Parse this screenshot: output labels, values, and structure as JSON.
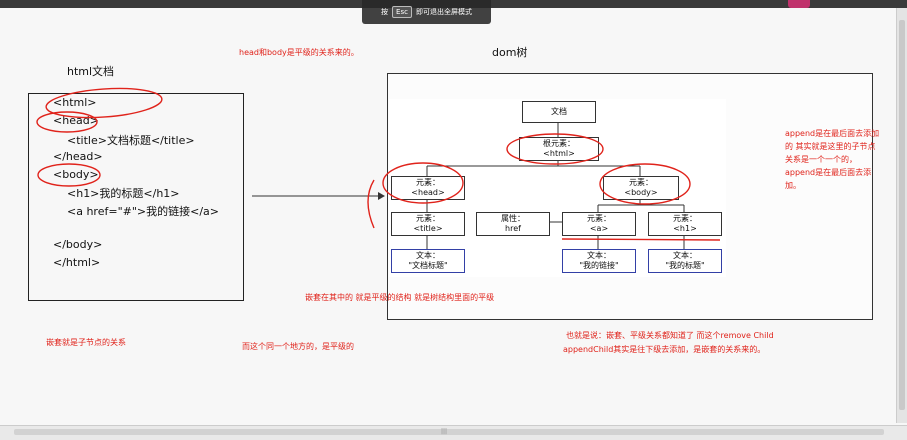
{
  "window": {
    "esc_prefix": "按",
    "esc_key": "Esc",
    "esc_suffix": "即可退出全屏模式"
  },
  "left_title": "html文档",
  "code_lines": [
    "<html>",
    "<head>",
    "<title>文档标题</title>",
    "</head>",
    "<body>",
    "<h1>我的标题</h1>",
    "<a href=\"#\">我的链接</a>",
    "</body>",
    "</html>"
  ],
  "dom_title": "dom树",
  "nodes": {
    "document": "文档",
    "root_label": "根元素：",
    "root_tag": "<html>",
    "head_label": "元素：",
    "head_tag": "<head>",
    "body_label": "元素：",
    "body_tag": "<body>",
    "title_label": "元素：",
    "title_tag": "<title>",
    "attr_label": "属性：",
    "attr_value": "href",
    "a_label": "元素：",
    "a_tag": "<a>",
    "h1_label": "元素：",
    "h1_tag": "<h1>",
    "text1_label": "文本：",
    "text1_value": "\"文档标题\"",
    "text2_label": "文本：",
    "text2_value": "\"我的链接\"",
    "text3_label": "文本：",
    "text3_value": "\"我的标题\""
  },
  "annotations": {
    "head_body": "head和body是平级的关系来的。",
    "append_line1": "append是在最后面去添加",
    "append_line2": "的   其实就是这里的子节点",
    "append_line3": "关系是一个一个的，",
    "append_line4": "append是在最后面去添",
    "append_line5": "加。",
    "nested_center": "嵌套在其中的   就是平级的结构 就是树结构里面的平级",
    "nested_left": "嵌套就是子节点的关系",
    "same_place": "而这个同一个地方的，是平级的",
    "summary_line1": "也就是说：嵌套、平级关系都知道了  而这个remove Child",
    "summary_line2": "appendChild其实是往下级去添加，是嵌套的关系来的。"
  },
  "colors": {
    "annotation": "#e0231b",
    "text_node_border": "#3340a6"
  }
}
